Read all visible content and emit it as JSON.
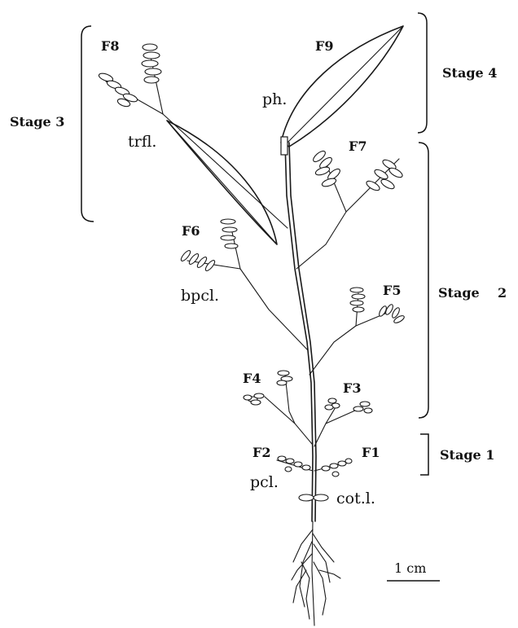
{
  "leaves": {
    "f1": "F1",
    "f2": "F2",
    "f3": "F3",
    "f4": "F4",
    "f5": "F5",
    "f6": "F6",
    "f7": "F7",
    "f8": "F8",
    "f9": "F9"
  },
  "parts": {
    "ph": "ph.",
    "trfl": "trfl.",
    "bpcl": "bpcl.",
    "pcl": "pcl.",
    "cotl": "cot.l."
  },
  "stages": {
    "stage1": "Stage 1",
    "stage2": "Stage    2",
    "stage3": "Stage 3",
    "stage4": "Stage 4"
  },
  "scale_bar": {
    "label": "1 cm"
  }
}
